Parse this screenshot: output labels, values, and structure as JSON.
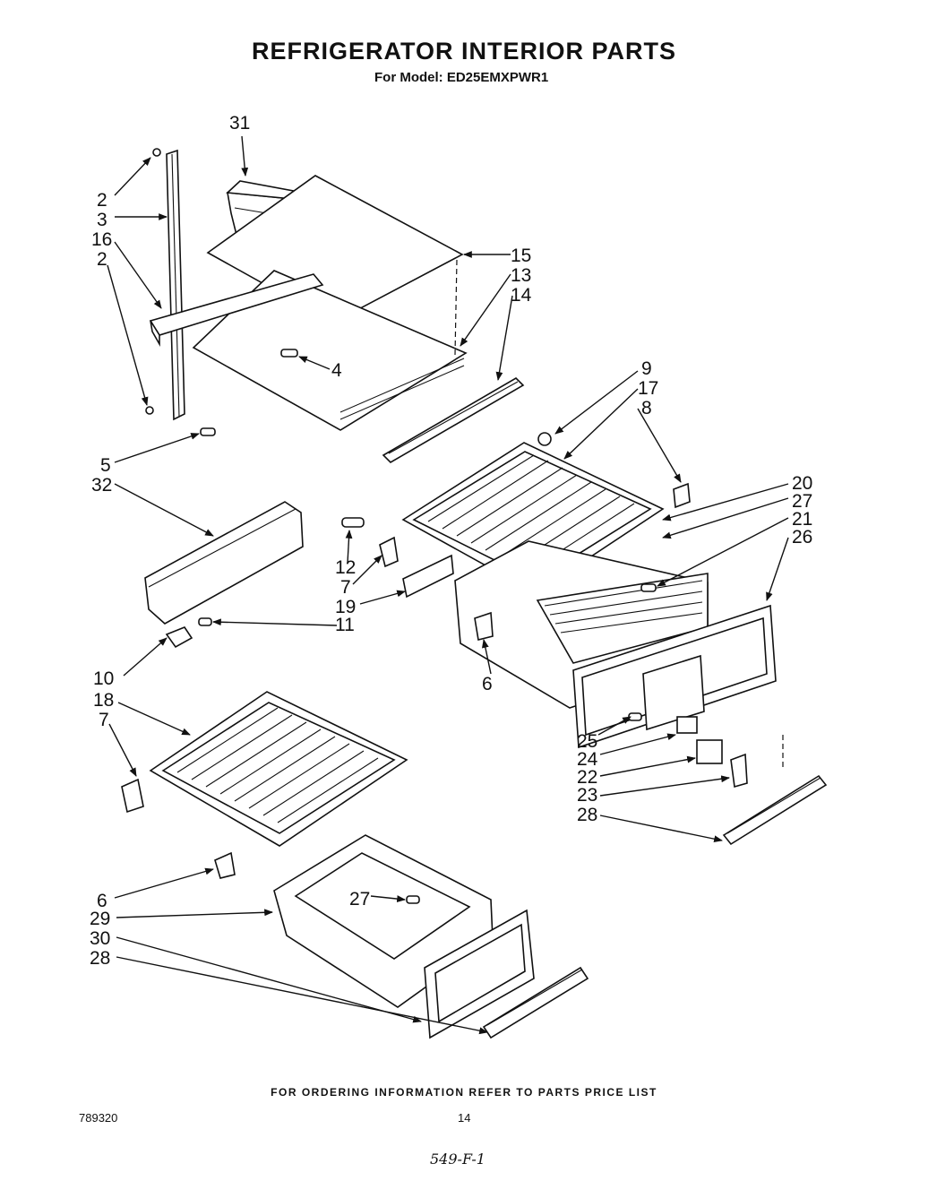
{
  "header": {
    "title": "REFRIGERATOR INTERIOR PARTS",
    "model_line": "For Model: ED25EMXPWR1"
  },
  "callouts": [
    {
      "id": "c31",
      "text": "31"
    },
    {
      "id": "c2a",
      "text": "2"
    },
    {
      "id": "c3",
      "text": "3"
    },
    {
      "id": "c16",
      "text": "16"
    },
    {
      "id": "c2b",
      "text": "2"
    },
    {
      "id": "c15",
      "text": "15"
    },
    {
      "id": "c13",
      "text": "13"
    },
    {
      "id": "c14",
      "text": "14"
    },
    {
      "id": "c4",
      "text": "4"
    },
    {
      "id": "c9",
      "text": "9"
    },
    {
      "id": "c17",
      "text": "17"
    },
    {
      "id": "c8",
      "text": "8"
    },
    {
      "id": "c5",
      "text": "5"
    },
    {
      "id": "c32",
      "text": "32"
    },
    {
      "id": "c20",
      "text": "20"
    },
    {
      "id": "c27a",
      "text": "27"
    },
    {
      "id": "c21",
      "text": "21"
    },
    {
      "id": "c26",
      "text": "26"
    },
    {
      "id": "c12",
      "text": "12"
    },
    {
      "id": "c7a",
      "text": "7"
    },
    {
      "id": "c19",
      "text": "19"
    },
    {
      "id": "c11",
      "text": "11"
    },
    {
      "id": "c6a",
      "text": "6"
    },
    {
      "id": "c10",
      "text": "10"
    },
    {
      "id": "c18",
      "text": "18"
    },
    {
      "id": "c7b",
      "text": "7"
    },
    {
      "id": "c25",
      "text": "25"
    },
    {
      "id": "c24",
      "text": "24"
    },
    {
      "id": "c22",
      "text": "22"
    },
    {
      "id": "c23",
      "text": "23"
    },
    {
      "id": "c28a",
      "text": "28"
    },
    {
      "id": "c27b",
      "text": "27"
    },
    {
      "id": "c6b",
      "text": "6"
    },
    {
      "id": "c29",
      "text": "29"
    },
    {
      "id": "c30",
      "text": "30"
    },
    {
      "id": "c28b",
      "text": "28"
    }
  ],
  "footer": {
    "ordering_note": "FOR ORDERING INFORMATION REFER TO PARTS PRICE LIST",
    "document_number": "789320",
    "page_number": "14",
    "handwritten_note": "549-F-1"
  }
}
